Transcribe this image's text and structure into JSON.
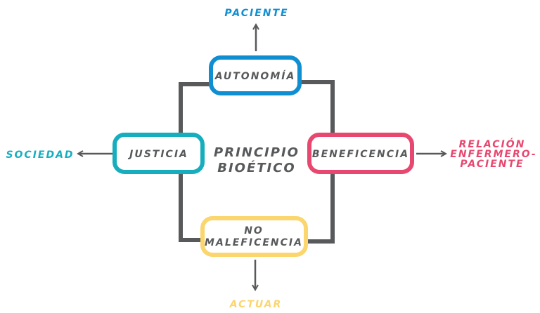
{
  "colors": {
    "frame": "#58595b",
    "text_dark": "#58595b",
    "autonomia": "#0f8fd2",
    "justicia": "#16aebf",
    "beneficencia": "#e8486f",
    "no_maleficencia": "#fbd66e"
  },
  "center": {
    "line1": "PRINCIPIO",
    "line2": "BIOÉTICO"
  },
  "nodes": {
    "autonomia": "AUTONOMÍA",
    "justicia": "JUSTICIA",
    "beneficencia": "BENEFICENCIA",
    "no_maleficencia_line1": "NO",
    "no_maleficencia_line2": "MALEFICENCIA"
  },
  "outputs": {
    "paciente": "PACIENTE",
    "sociedad": "SOCIEDAD",
    "relacion_line1": "RELACIÓN",
    "relacion_line2": "ENFERMERO-",
    "relacion_line3": "PACIENTE",
    "actuar": "ACTUAR"
  }
}
